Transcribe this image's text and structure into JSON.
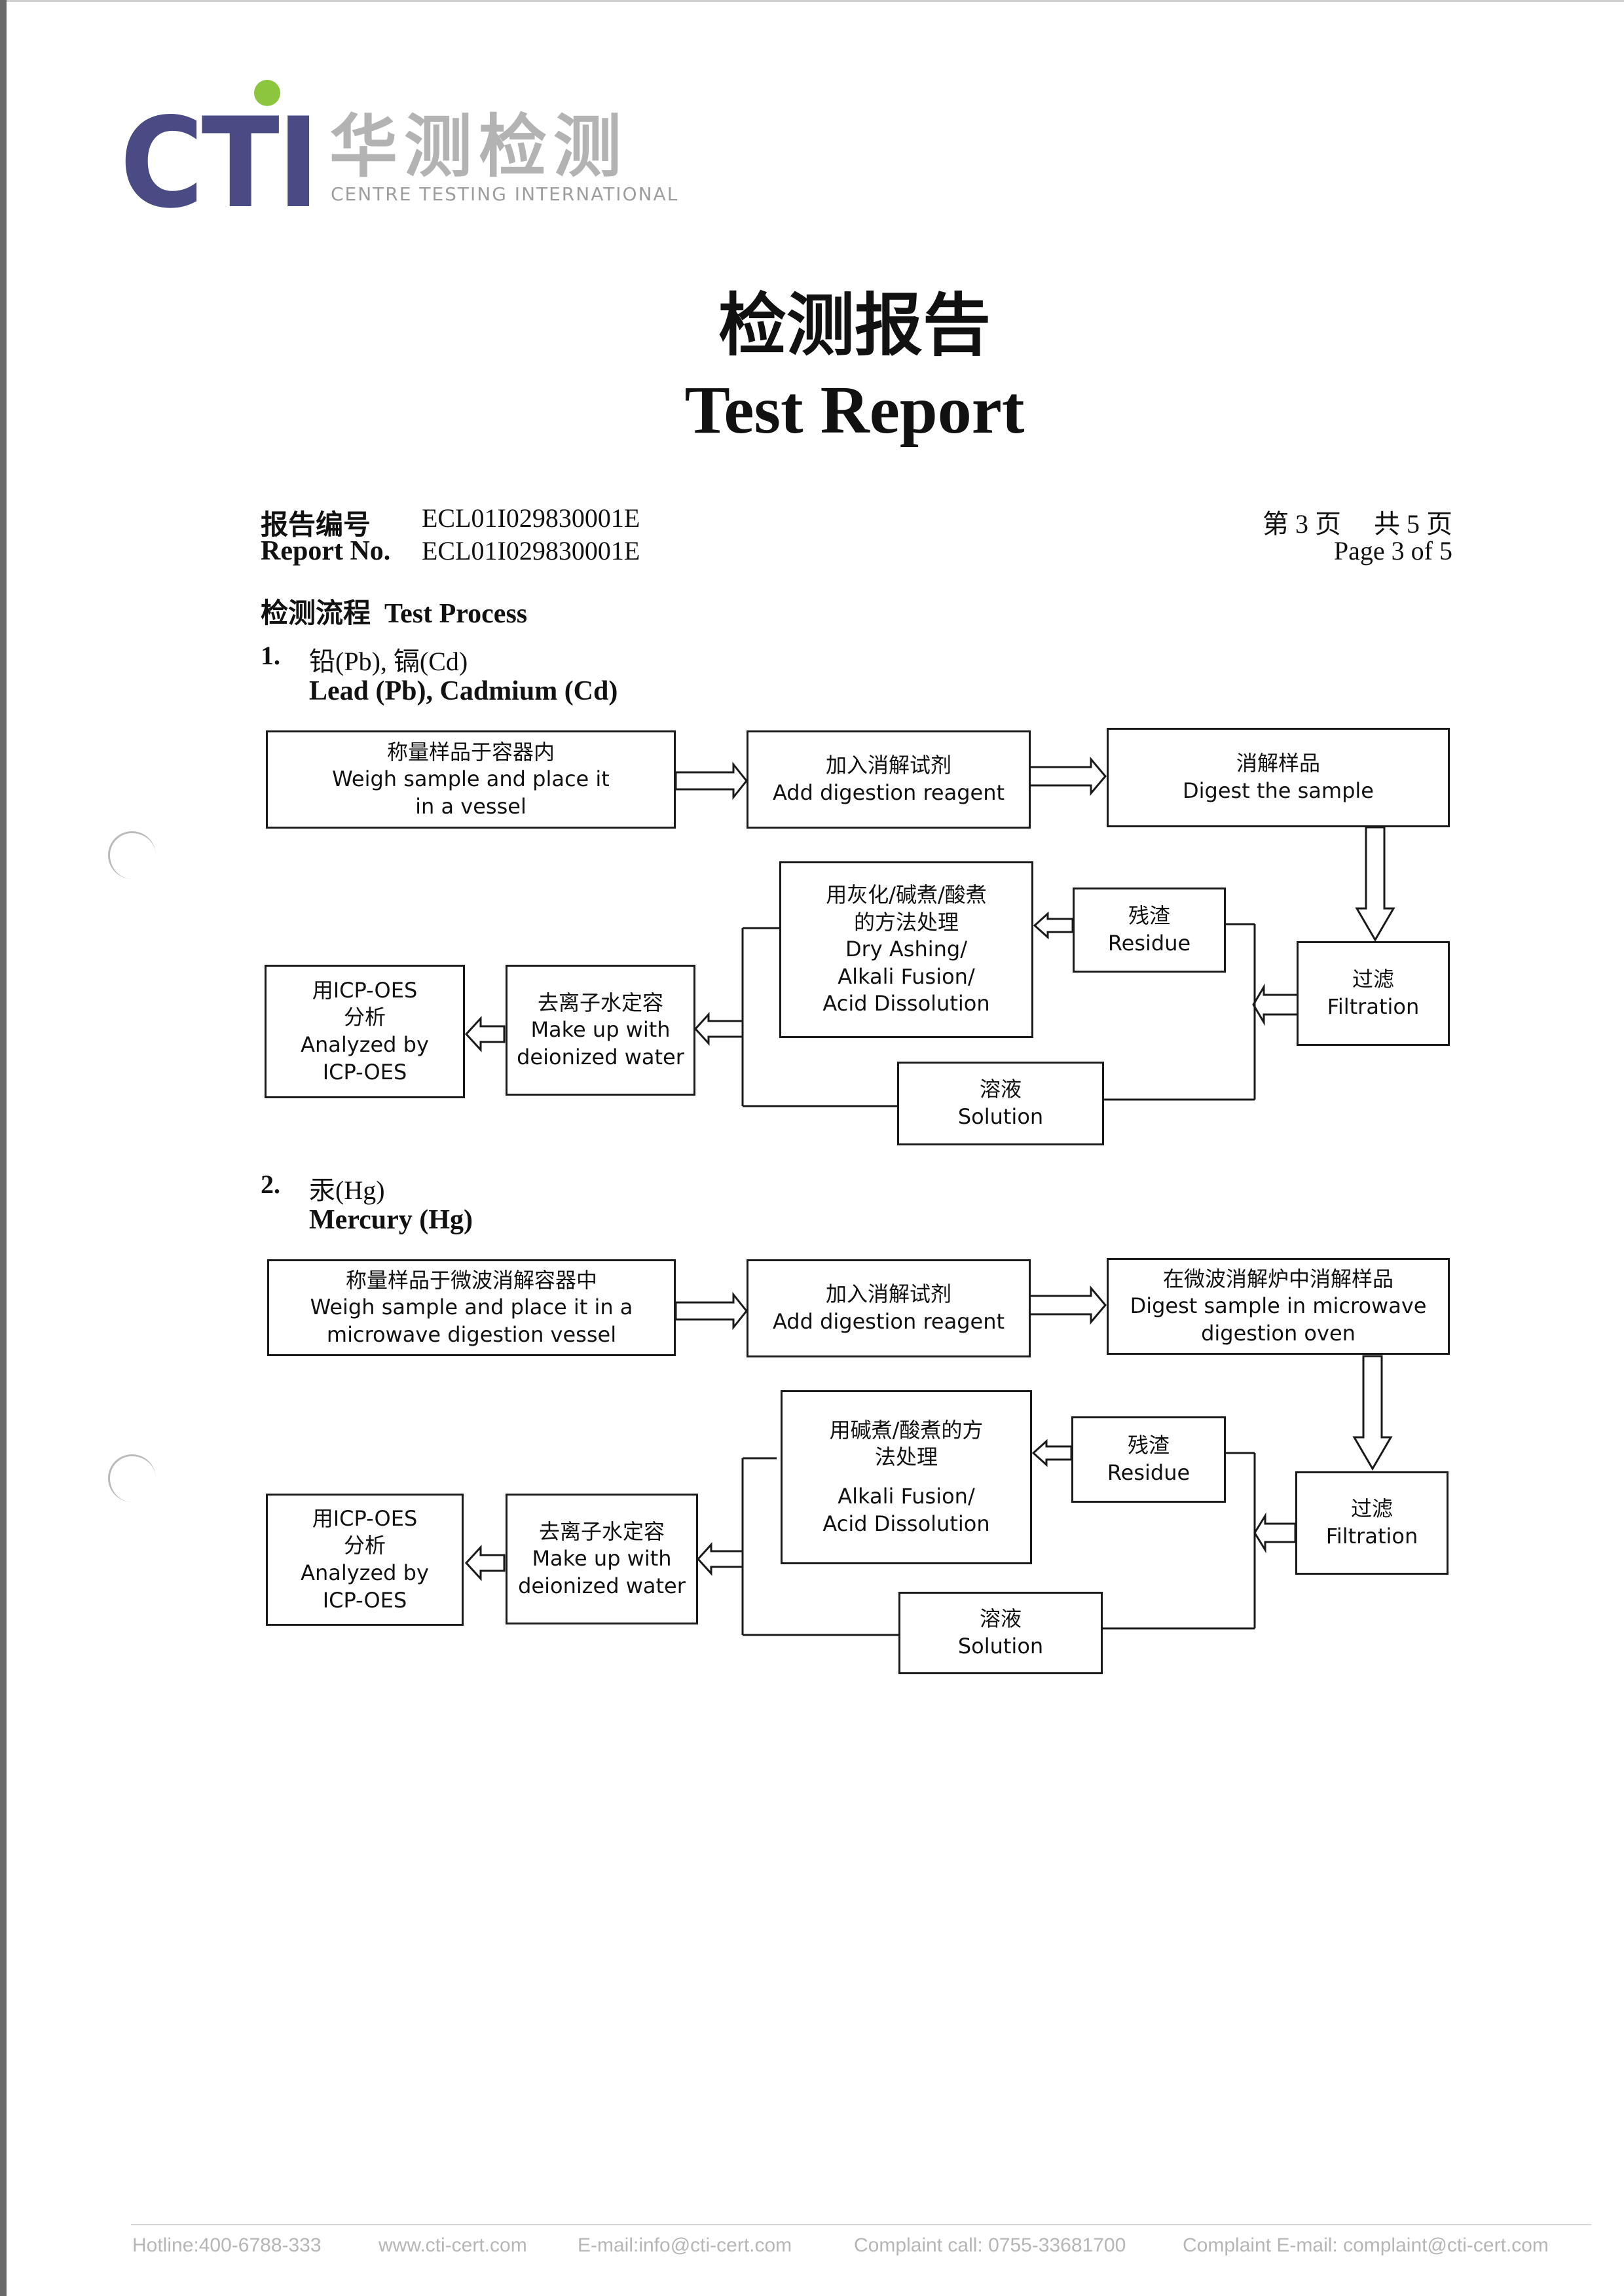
{
  "logo": {
    "brand": "CTI",
    "chinese": "华测检测",
    "english": "CENTRE TESTING INTERNATIONAL"
  },
  "title": {
    "cn": "检测报告",
    "en": "Test Report"
  },
  "report": {
    "no_label_cn": "报告编号",
    "no_label_en": "Report No.",
    "no_value_cn": "ECL01I029830001E",
    "no_value_en": "ECL01I029830001E",
    "page_cn": "第 3 页     共 5 页",
    "page_en": "Page 3 of 5"
  },
  "process": {
    "heading": "检测流程  Test Process"
  },
  "section1": {
    "number": "1.",
    "title_cn": "铅(Pb), 镉(Cd)",
    "title_en": "Lead (Pb), Cadmium (Cd)",
    "weigh": [
      "称量样品于容器内",
      "Weigh sample and place it",
      "in a vessel"
    ],
    "add": [
      "加入消解试剂",
      "Add digestion reagent"
    ],
    "digest": [
      "消解样品",
      "Digest the sample"
    ],
    "treat": [
      "用灰化/碱煮/酸煮",
      "的方法处理",
      "Dry Ashing/",
      "Alkali Fusion/",
      "Acid Dissolution"
    ],
    "residue": [
      "残渣",
      "Residue"
    ],
    "filtration": [
      "过滤",
      "Filtration"
    ],
    "makeup": [
      "去离子水定容",
      "Make up with",
      "deionized water"
    ],
    "analyze": [
      "用ICP-OES",
      "分析",
      "Analyzed by",
      "ICP-OES"
    ],
    "solution": [
      "溶液",
      "Solution"
    ]
  },
  "section2": {
    "number": "2.",
    "title_cn": "汞(Hg)",
    "title_en": "Mercury (Hg)",
    "weigh": [
      "称量样品于微波消解容器中",
      "Weigh sample and place it in a",
      "microwave digestion vessel"
    ],
    "add": [
      "加入消解试剂",
      "Add digestion reagent"
    ],
    "digest": [
      "在微波消解炉中消解样品",
      "Digest sample in microwave",
      "digestion oven"
    ],
    "treat": [
      "用碱煮/酸煮的方",
      "法处理",
      "Alkali Fusion/",
      "Acid Dissolution"
    ],
    "residue": [
      "残渣",
      "Residue"
    ],
    "filtration": [
      "过滤",
      "Filtration"
    ],
    "makeup": [
      "去离子水定容",
      "Make up with",
      "deionized water"
    ],
    "analyze": [
      "用ICP-OES",
      "分析",
      "Analyzed by",
      "ICP-OES"
    ],
    "solution": [
      "溶液",
      "Solution"
    ]
  },
  "footer": {
    "hotline": "Hotline:400-6788-333",
    "website": "www.cti-cert.com",
    "email": "E-mail:info@cti-cert.com",
    "complaint_call": "Complaint call: 0755-33681700",
    "complaint_email": "Complaint E-mail: complaint@cti-cert.com"
  }
}
